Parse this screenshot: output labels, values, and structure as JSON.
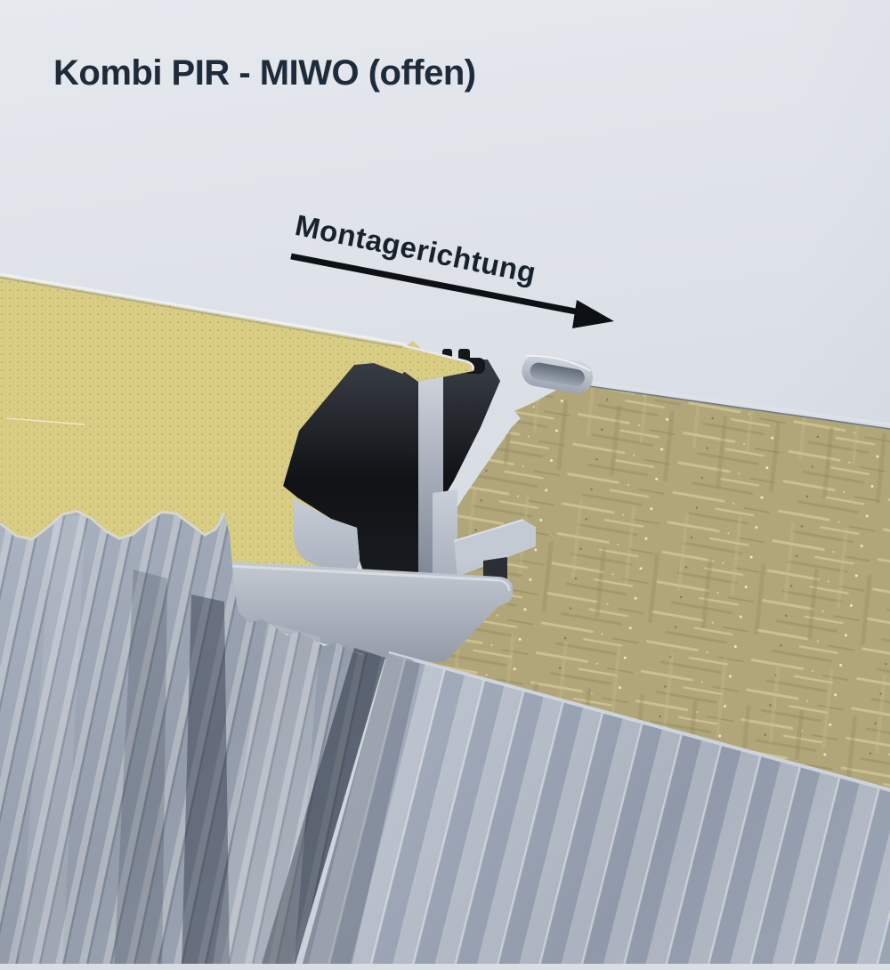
{
  "title": "Kombi PIR - MIWO (offen)",
  "annotation": {
    "label": "Montagerichtung",
    "icon": "montage-direction-arrow"
  },
  "graphic": {
    "left_panel": "pir-sandwich-panel",
    "right_panel": "miwo-sandwich-panel",
    "joint": "open-panel-joint-with-seal"
  },
  "colors": {
    "bg_top": "#e6e9ee",
    "bg_bottom": "#ccd2dc",
    "title_text": "#1d2b3a",
    "arrow": "#0d1116",
    "foam": "#d9cc83",
    "foam_speckle": "#a89e63",
    "wool": "#b1a679",
    "wool_streak_light": "#d3c795",
    "wool_streak_dark": "#a0966b",
    "metal_light": "#c6ccd6",
    "metal_base": "#9aa3b2",
    "metal_shadow": "#6d7583",
    "seal_dark": "#15171b",
    "bottom_strip": "#d9dde4"
  }
}
